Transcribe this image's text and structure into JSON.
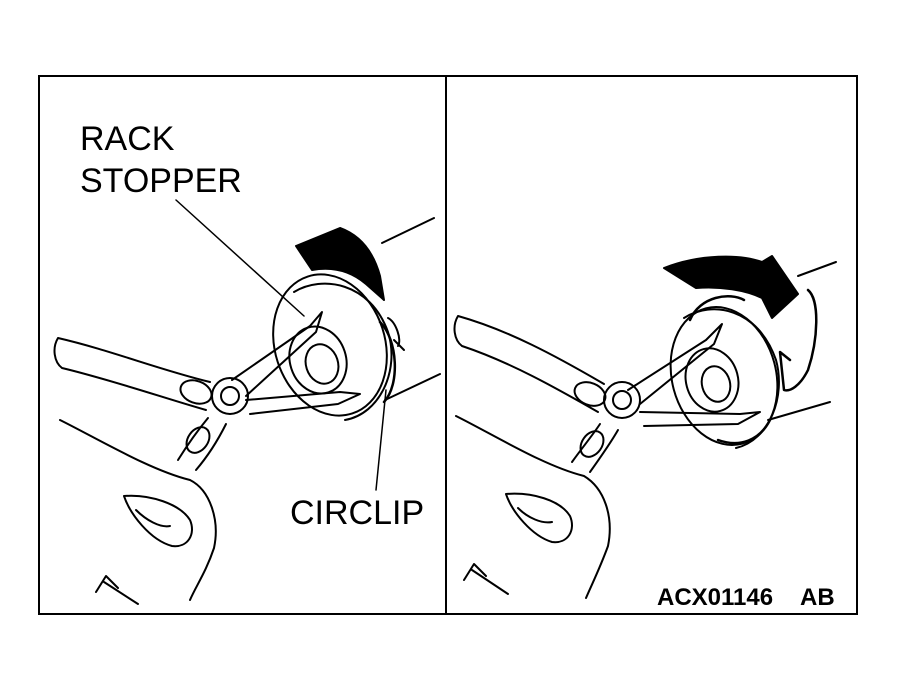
{
  "labels": {
    "rack_stopper_line1": "RACK",
    "rack_stopper_line2": "STOPPER",
    "circlip": "CIRCLIP",
    "figure_code": "ACX01146",
    "figure_suffix": "AB"
  },
  "colors": {
    "ink": "#000000",
    "paper": "#ffffff"
  }
}
